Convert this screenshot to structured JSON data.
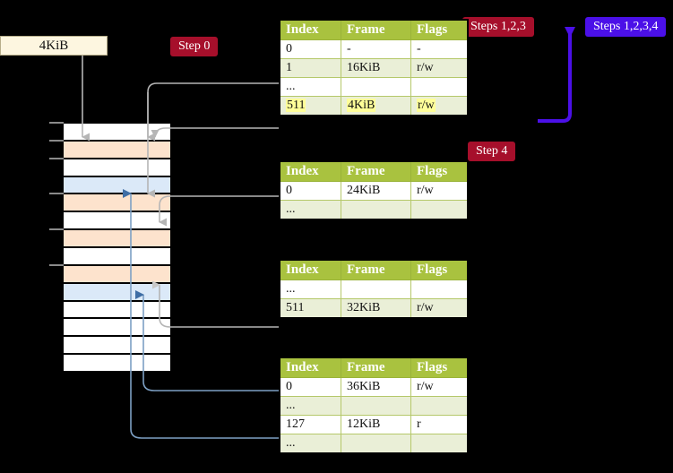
{
  "labels": {
    "size_box": "4KiB",
    "step0": "Step 0",
    "step4": "Step 4",
    "steps123": "Steps 1,2,3",
    "steps1234": "Steps 1,2,3,4"
  },
  "colors": {
    "badge_red": "#a60f2b",
    "badge_blue": "#4b10e8",
    "table_header_green": "#a9c23f",
    "table_alt_row": "#eaefd7",
    "highlight_yellow": "#ffff99",
    "mem_orange": "#fde3cd",
    "mem_blue": "#dbe9f8",
    "size_box_bg": "#fdf6e0",
    "connector_gray": "#b0b0b0",
    "connector_blue": "#7da0c4",
    "arrow_purple": "#4b10e8"
  },
  "tables": [
    {
      "name": "pml4-table",
      "columns": [
        "Index",
        "Frame",
        "Flags"
      ],
      "rows": [
        {
          "style": "plain",
          "cells": [
            "0",
            "-",
            "-"
          ],
          "highlight": false
        },
        {
          "style": "alt",
          "cells": [
            "1",
            "16KiB",
            "r/w"
          ],
          "highlight": false
        },
        {
          "style": "plain",
          "cells": [
            "...",
            "",
            ""
          ],
          "highlight": false
        },
        {
          "style": "alt",
          "cells": [
            "511",
            "4KiB",
            "r/w"
          ],
          "highlight": true
        }
      ]
    },
    {
      "name": "pdpt-table",
      "columns": [
        "Index",
        "Frame",
        "Flags"
      ],
      "rows": [
        {
          "style": "plain",
          "cells": [
            "0",
            "24KiB",
            "r/w"
          ],
          "highlight": false
        },
        {
          "style": "alt",
          "cells": [
            "...",
            "",
            ""
          ],
          "highlight": false
        }
      ]
    },
    {
      "name": "pd-table",
      "columns": [
        "Index",
        "Frame",
        "Flags"
      ],
      "rows": [
        {
          "style": "plain",
          "cells": [
            "...",
            "",
            ""
          ],
          "highlight": false
        },
        {
          "style": "alt",
          "cells": [
            "511",
            "32KiB",
            "r/w"
          ],
          "highlight": false
        }
      ]
    },
    {
      "name": "pt-table",
      "columns": [
        "Index",
        "Frame",
        "Flags"
      ],
      "rows": [
        {
          "style": "plain",
          "cells": [
            "0",
            "36KiB",
            "r/w"
          ],
          "highlight": false
        },
        {
          "style": "alt",
          "cells": [
            "...",
            "",
            ""
          ],
          "highlight": false
        },
        {
          "style": "plain",
          "cells": [
            "127",
            "12KiB",
            "r"
          ],
          "highlight": false
        },
        {
          "style": "alt",
          "cells": [
            "...",
            "",
            ""
          ],
          "highlight": false
        }
      ]
    }
  ],
  "memory_column": {
    "name": "physical-memory-column",
    "rows": [
      {
        "color": "c-white"
      },
      {
        "color": "c-orange"
      },
      {
        "color": "c-white"
      },
      {
        "color": "c-blue"
      },
      {
        "color": "c-orange"
      },
      {
        "color": "c-white"
      },
      {
        "color": "c-orange"
      },
      {
        "color": "c-white"
      },
      {
        "color": "c-orange"
      },
      {
        "color": "c-blue"
      },
      {
        "color": "c-white"
      },
      {
        "color": "c-white"
      },
      {
        "color": "c-white"
      },
      {
        "color": "c-white"
      }
    ],
    "tick_rows": [
      0,
      1,
      2,
      4,
      6,
      8
    ]
  }
}
